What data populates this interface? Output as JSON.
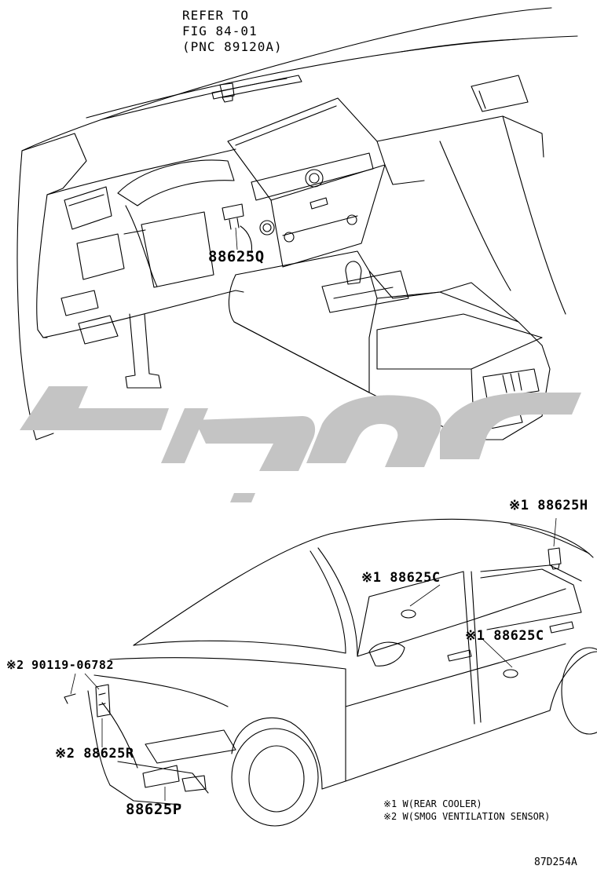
{
  "reference": {
    "line1": "REFER TO",
    "line2": "FIG 84-01",
    "line3": "(PNC 89120A)"
  },
  "parts": {
    "p_88625Q": "88625Q",
    "p_88625H": "※1 88625H",
    "p_88625C_roof": "※1 88625C",
    "p_88625C_door": "※1 88625C",
    "p_90119": "※2 90119-06782",
    "p_88625R": "※2 88625R",
    "p_88625P": "88625P"
  },
  "notes": [
    "※1 W(REAR COOLER)",
    "※2 W(SMOG VENTILATION SENSOR)"
  ],
  "figure_code": "87D254A",
  "colors": {
    "line": "#000000",
    "watermark": "#c4c4c4",
    "background": "#ffffff"
  }
}
